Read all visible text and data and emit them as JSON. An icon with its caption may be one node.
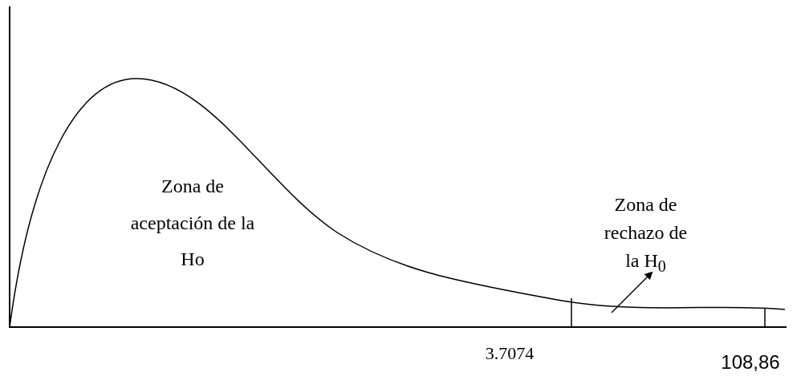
{
  "diagram": {
    "labels": [
      "Zona de aceptación de la Ho",
      "Zona de rechazo de la H$_{0}$",
      "3.7074",
      "108,86"
    ]
  }
}
